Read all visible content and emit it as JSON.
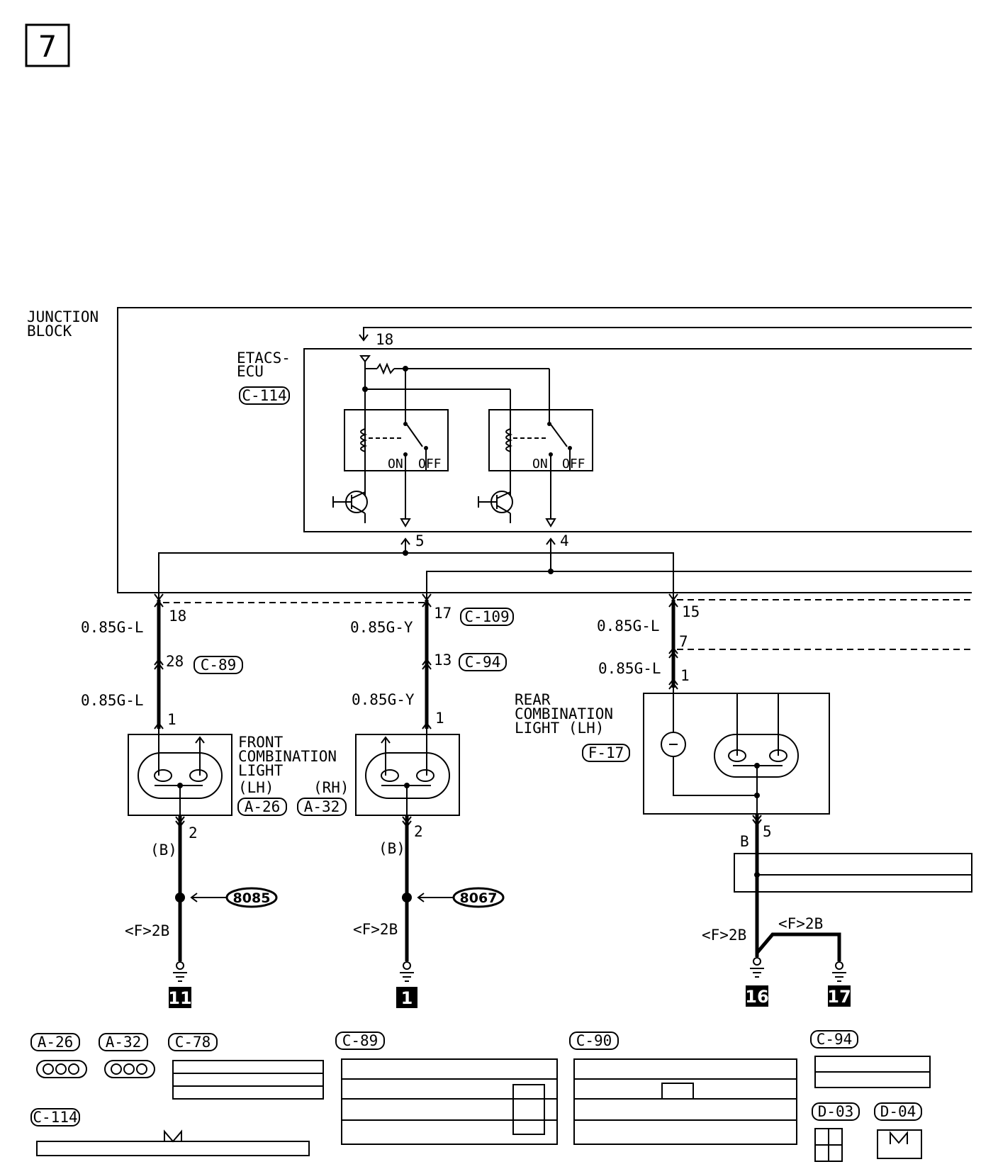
{
  "page": {
    "number": "7"
  },
  "labels": {
    "junction_block": [
      "JUNCTION",
      "BLOCK"
    ],
    "etacs_ecu": [
      "ETACS-",
      "ECU"
    ],
    "etacs_conn": "C-114",
    "relay_on": "ON",
    "relay_off": "OFF",
    "front_light": [
      "FRONT",
      "COMBINATION",
      "LIGHT",
      "(LH)",
      "(RH)"
    ],
    "front_conn_lh": "A-26",
    "front_conn_rh": "A-32",
    "rear_light": [
      "REAR",
      "COMBINATION",
      "LIGHT (LH)"
    ],
    "rear_conn": "F-17"
  },
  "pins": {
    "p18_top": "18",
    "p5": "5",
    "p4": "4",
    "left_18": "18",
    "left_28": "28",
    "left_1": "1",
    "left_2": "2",
    "mid_17": "17",
    "mid_13": "13",
    "mid_1": "1",
    "mid_2": "2",
    "right_15": "15",
    "right_7": "7",
    "right_1": "1",
    "right_5": "5"
  },
  "connectors_inline": {
    "c109": "C-109",
    "c89": "C-89",
    "c94": "C-94"
  },
  "wires": {
    "g_l": "0.85G-L",
    "g_y": "0.85G-Y",
    "b_paren": "(B)",
    "b": "B",
    "f2b": "<F>2B"
  },
  "splices": {
    "s1": "8085",
    "s2": "8067"
  },
  "grounds": {
    "g11": "11",
    "g1": "1",
    "g16": "16",
    "g17": "17"
  },
  "legend": {
    "a26": "A-26",
    "a32": "A-32",
    "c78": "C-78",
    "c89": "C-89",
    "c90": "C-90",
    "c94": "C-94",
    "c114": "C-114",
    "d03": "D-03",
    "d04": "D-04"
  }
}
